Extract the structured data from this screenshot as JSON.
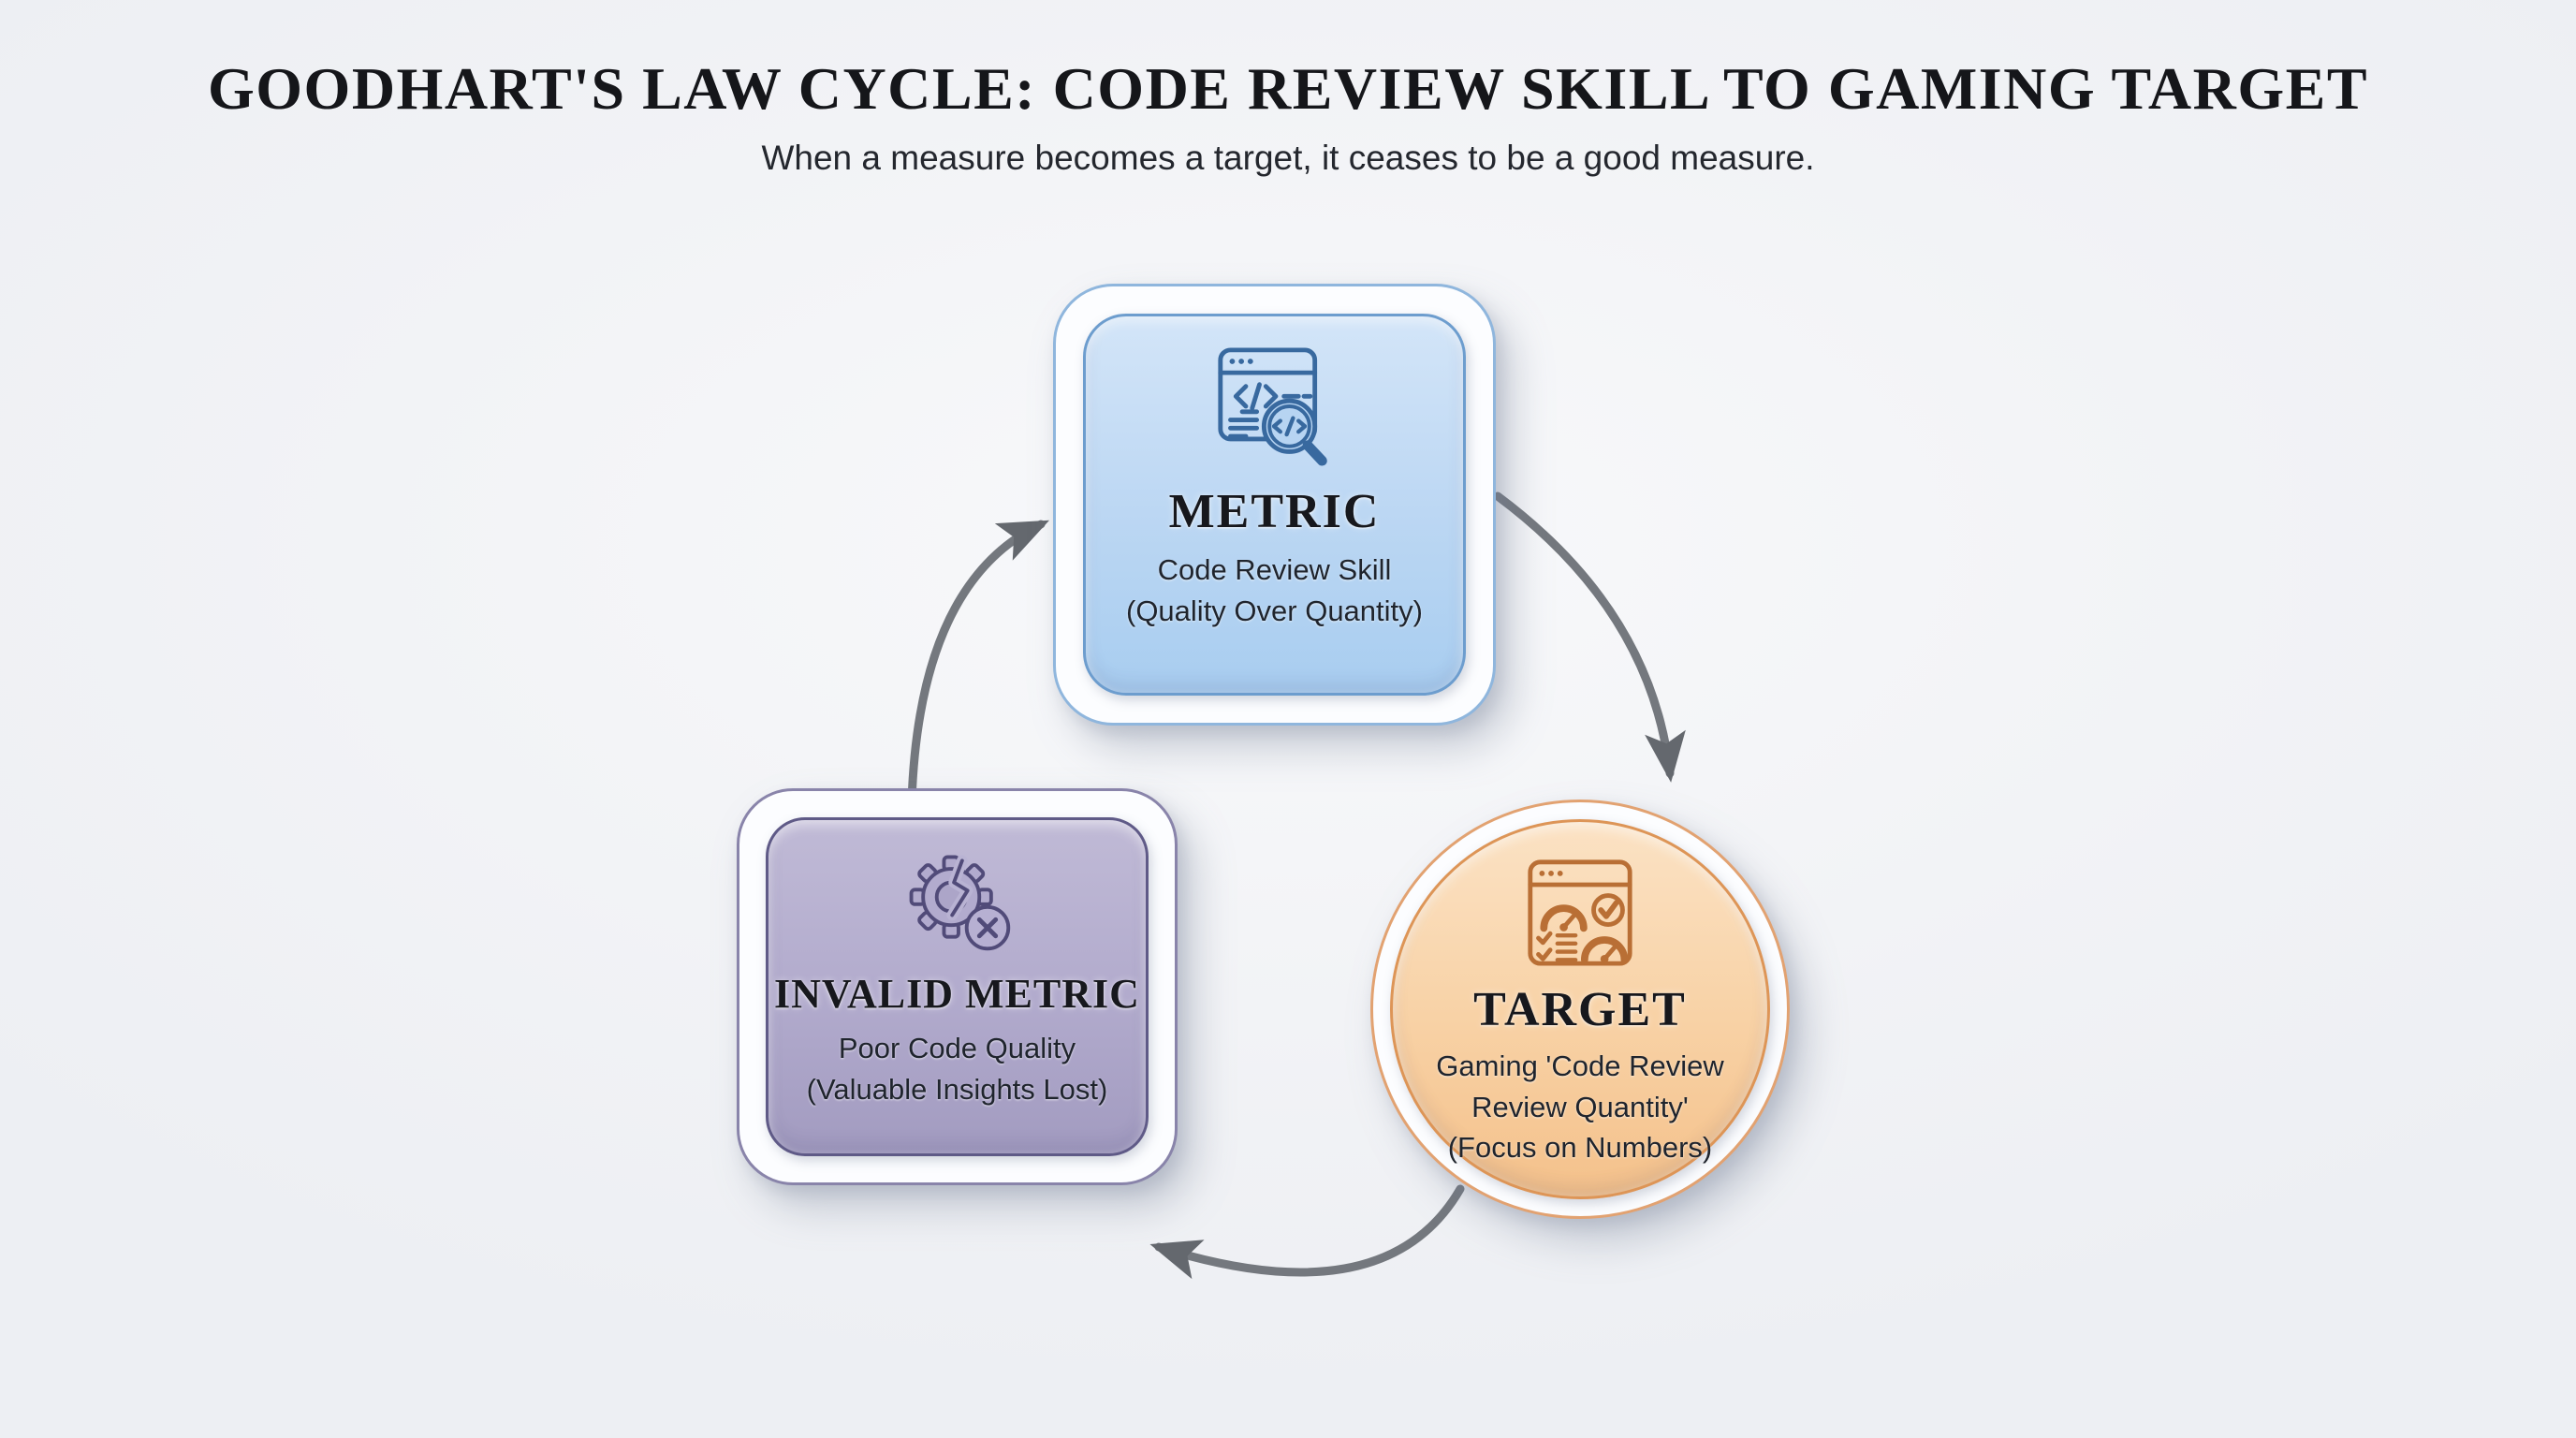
{
  "title": "GOODHART'S LAW CYCLE: CODE REVIEW SKILL TO GAMING TARGET",
  "subtitle": "When a measure becomes a target, it ceases to be a good measure.",
  "background": "#f2f3f6",
  "nodes": {
    "metric": {
      "title": "METRIC",
      "desc_line1": "Code Review Skill",
      "desc_line2": "(Quality Over Quantity)",
      "icon": "code-review-magnifier-icon",
      "colors": {
        "fill_top": "#d3e5f8",
        "fill_mid": "#bcd7f3",
        "fill_bottom": "#a8cdf0",
        "border": "#6d9dce",
        "ring": "#8fb6dd",
        "icon": "#38699f"
      }
    },
    "target": {
      "title": "TARGET",
      "desc_line1": "Gaming 'Code Review",
      "desc_line2": "Review Quantity'",
      "desc_line3": "(Focus on Numbers)",
      "icon": "performance-dashboard-icon",
      "colors": {
        "fill_top": "#fbe2c4",
        "fill_mid": "#f8d2a6",
        "fill_bottom": "#f4c18b",
        "border": "#dd9557",
        "ring": "#e2a271",
        "icon": "#b96f35"
      }
    },
    "invalid_metric": {
      "title": "INVALID METRIC",
      "desc_line1": "Poor Code Quality",
      "desc_line2": "(Valuable Insights Lost)",
      "icon": "broken-gear-icon",
      "colors": {
        "fill_top": "#c0bad6",
        "fill_mid": "#b2abcd",
        "fill_bottom": "#a29bc0",
        "border": "#5f5a87",
        "ring": "#8984aa",
        "icon": "#514b79"
      }
    }
  },
  "arrows": {
    "color": "#74787e",
    "head_color": "#64686e",
    "sequence": [
      "metric-to-target",
      "target-to-invalid-metric",
      "invalid-metric-to-metric"
    ]
  }
}
